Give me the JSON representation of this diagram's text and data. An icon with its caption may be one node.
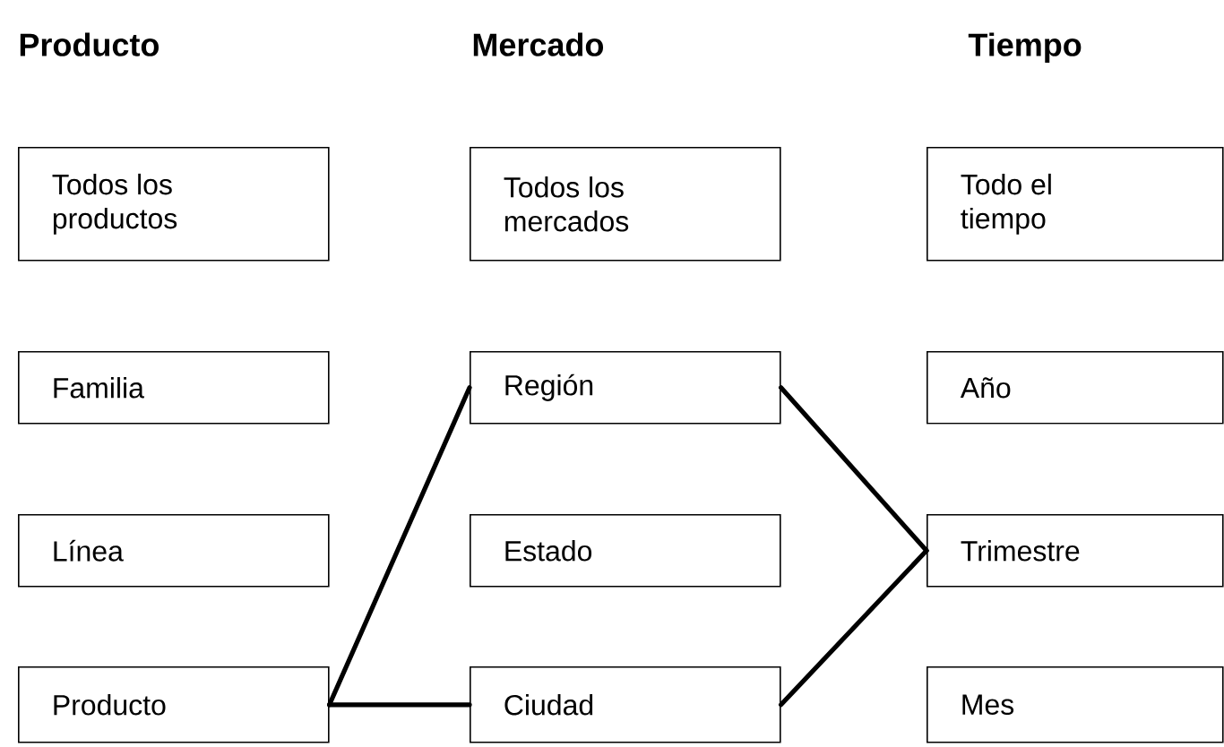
{
  "diagram": {
    "nodes": [
      {
        "text": [
          "Todos los productos"
        ]
      },
      {
        "text": [
          "Todos los mercados"
        ]
      },
      {
        "text": [
          "Todo el tiempo"
        ]
      },
      {
        "text": [
          "Familia"
        ]
      },
      {
        "text": [
          "Región"
        ]
      },
      {
        "text": [
          "Año"
        ]
      },
      {
        "text": [
          "Línea"
        ]
      },
      {
        "text": [
          "Estado"
        ]
      },
      {
        "text": [
          "Trimestre"
        ]
      },
      {
        "text": [
          "Producto"
        ]
      },
      {
        "text": [
          "Ciudad"
        ]
      },
      {
        "text": [
          "Mes"
        ]
      }
    ],
    "edges": [
      {
        "from": 9,
        "to": 4,
        "arrow": "none"
      },
      {
        "from": 9,
        "to": 10,
        "arrow": "none"
      },
      {
        "from": 4,
        "to": 8,
        "arrow": "none"
      },
      {
        "from": 10,
        "to": 8,
        "arrow": "none"
      }
    ],
    "labels": [
      "Producto",
      "Mercado",
      "Tiempo"
    ]
  }
}
